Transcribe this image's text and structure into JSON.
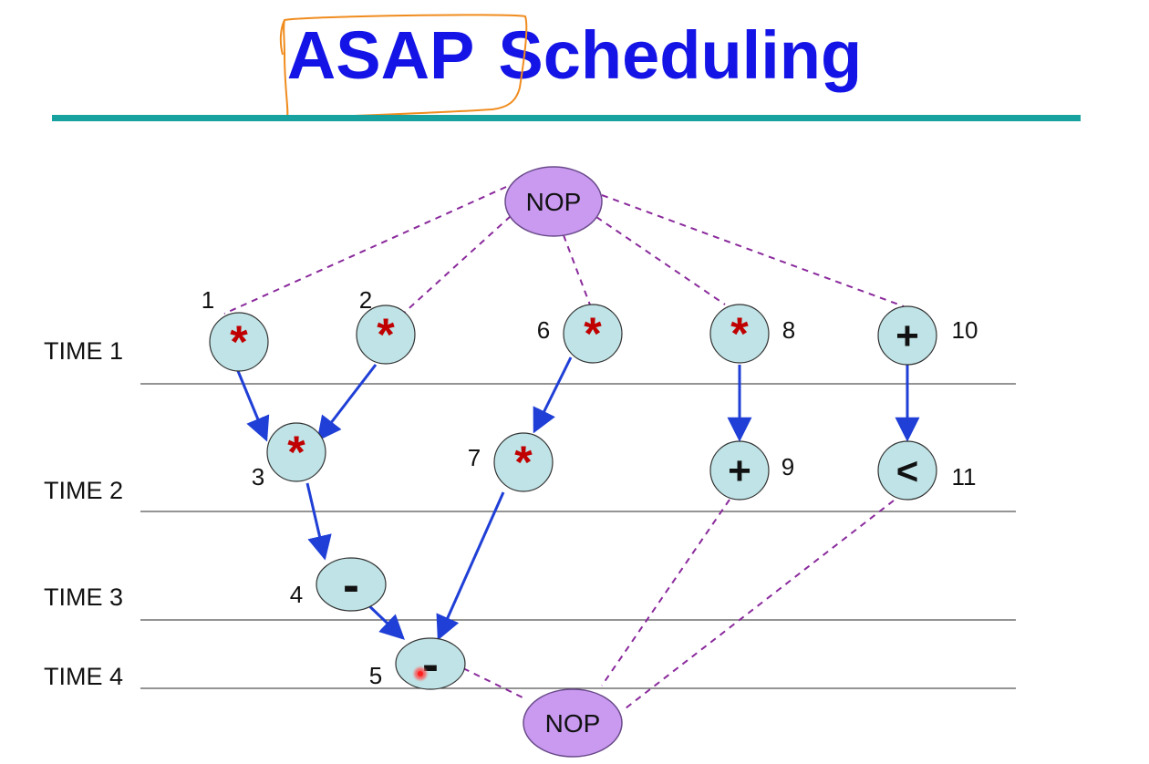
{
  "title": {
    "word1": "ASAP",
    "word2": "Scheduling",
    "color": "#1414e6"
  },
  "time_labels": [
    "TIME 1",
    "TIME 2",
    "TIME 3",
    "TIME 4"
  ],
  "source_node": {
    "label": "NOP"
  },
  "sink_node": {
    "label": "NOP"
  },
  "operations": [
    {
      "id": "1",
      "op": "*",
      "step": 1
    },
    {
      "id": "2",
      "op": "*",
      "step": 1
    },
    {
      "id": "3",
      "op": "*",
      "step": 2
    },
    {
      "id": "4",
      "op": "-",
      "step": 3
    },
    {
      "id": "5",
      "op": "-",
      "step": 4
    },
    {
      "id": "6",
      "op": "*",
      "step": 1
    },
    {
      "id": "7",
      "op": "*",
      "step": 2
    },
    {
      "id": "8",
      "op": "*",
      "step": 1
    },
    {
      "id": "9",
      "op": "+",
      "step": 2
    },
    {
      "id": "10",
      "op": "+",
      "step": 1
    },
    {
      "id": "11",
      "op": "<",
      "step": 2
    }
  ],
  "data_edges": [
    [
      "1",
      "3"
    ],
    [
      "2",
      "3"
    ],
    [
      "3",
      "4"
    ],
    [
      "4",
      "5"
    ],
    [
      "6",
      "7"
    ],
    [
      "7",
      "5"
    ],
    [
      "8",
      "9"
    ],
    [
      "10",
      "11"
    ]
  ],
  "nop_edges_source": [
    "1",
    "2",
    "6",
    "8",
    "10"
  ],
  "nop_edges_sink": [
    "5",
    "9",
    "11"
  ],
  "colors": {
    "title": "#1414e6",
    "accent_line": "#17a2a0",
    "annotation": "#f08c1e",
    "node_fill": "#bfe3e6",
    "nop_fill": "#c99af0",
    "multiply": "#c00000",
    "edge": "#1f3fd6",
    "dashed": "#8a2a9c"
  }
}
